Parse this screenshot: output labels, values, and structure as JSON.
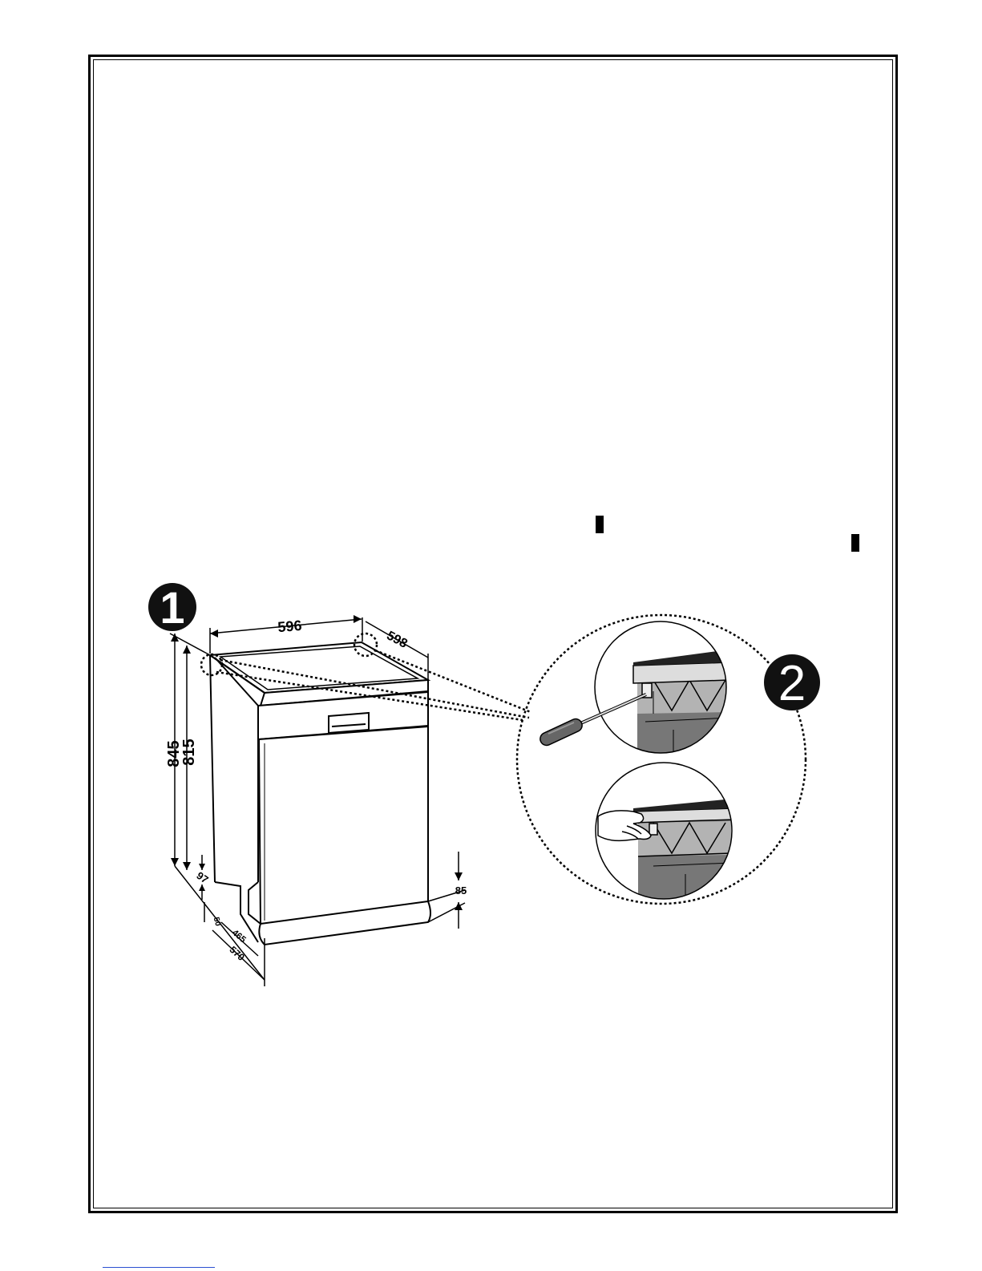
{
  "step_badges": [
    "1",
    "2"
  ],
  "dimensions": {
    "width_top": "596",
    "depth_top": "598",
    "height_total": "845",
    "height_body": "815",
    "toe_height": "97",
    "plinth_gap": "50",
    "depth_body": "465",
    "depth_base": "570",
    "plinth_height": "85"
  },
  "colors": {
    "line": "#000000",
    "badge_fill": "#111111",
    "badge_text": "#ffffff",
    "panel_gray": "#777777",
    "tile_gray": "#b3b3b3",
    "handle": "#8a8a8a"
  },
  "icons": [
    "screwdriver-icon",
    "hand-icon"
  ]
}
